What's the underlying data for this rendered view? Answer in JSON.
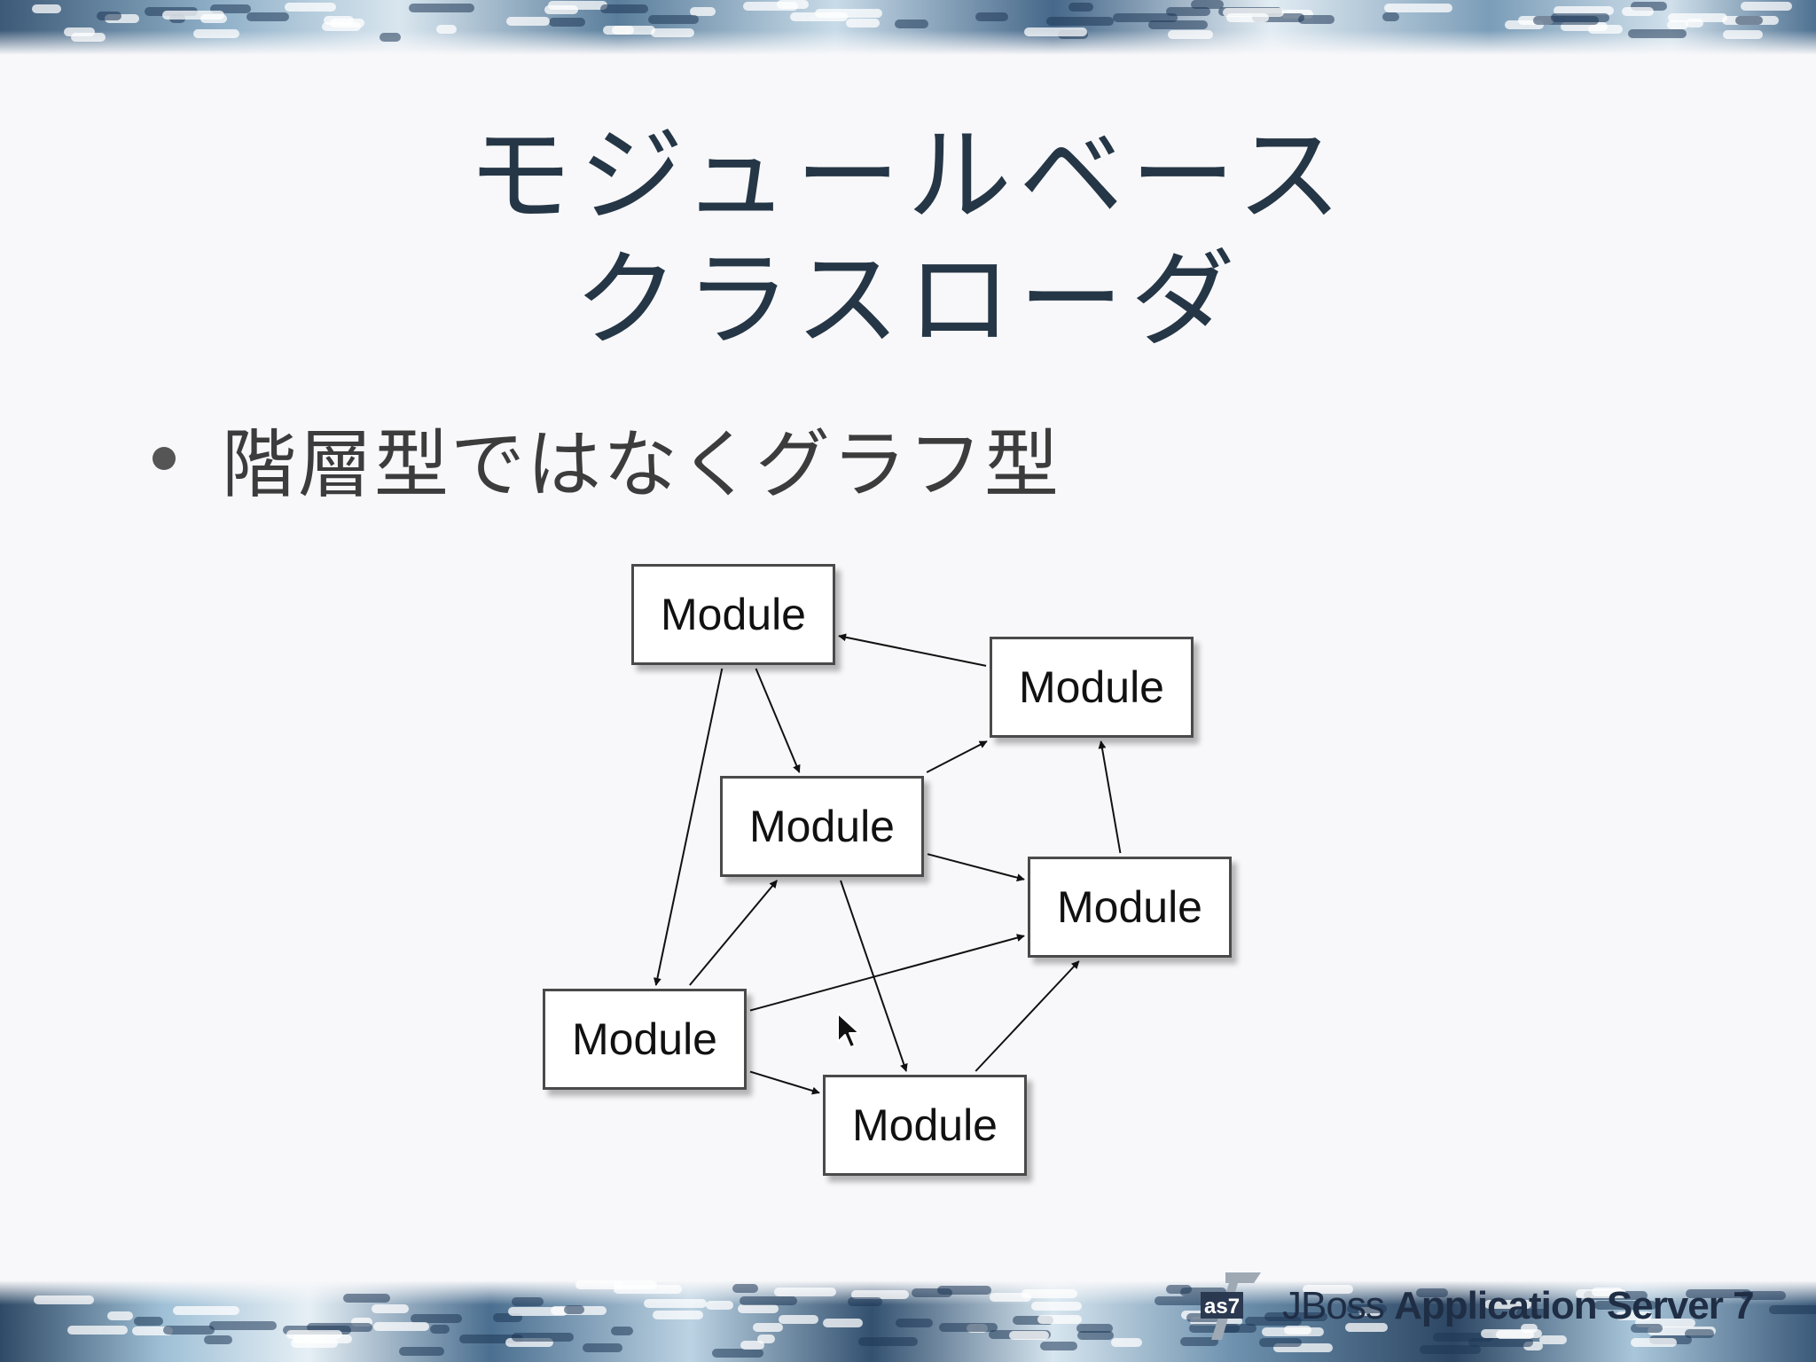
{
  "slide": {
    "title_lines": [
      "モジュールベース",
      "クラスローダ"
    ],
    "bullet": "階層型ではなくグラフ型"
  },
  "diagram": {
    "nodes": [
      {
        "id": "m1",
        "label": "Module"
      },
      {
        "id": "m2",
        "label": "Module"
      },
      {
        "id": "m3",
        "label": "Module"
      },
      {
        "id": "m4",
        "label": "Module"
      },
      {
        "id": "m5",
        "label": "Module"
      },
      {
        "id": "m6",
        "label": "Module"
      }
    ],
    "edges": [
      {
        "from": "m2",
        "to": "m1"
      },
      {
        "from": "m1",
        "to": "m3"
      },
      {
        "from": "m1",
        "to": "m5"
      },
      {
        "from": "m3",
        "to": "m2"
      },
      {
        "from": "m3",
        "to": "m4"
      },
      {
        "from": "m3",
        "to": "m6"
      },
      {
        "from": "m4",
        "to": "m2"
      },
      {
        "from": "m5",
        "to": "m3"
      },
      {
        "from": "m5",
        "to": "m4"
      },
      {
        "from": "m5",
        "to": "m6"
      },
      {
        "from": "m6",
        "to": "m4"
      }
    ]
  },
  "footer": {
    "logo_mark": "as7",
    "product_light": "JBoss",
    "product_bold": "Application Server 7"
  },
  "icons": {
    "cursor": "mouse-pointer-icon",
    "logo": "as7-logo-icon"
  },
  "colors": {
    "title": "#253646",
    "bullet_text": "#3c3c3c",
    "background": "#f8f8fa",
    "logo_text": "#1f2e45"
  }
}
